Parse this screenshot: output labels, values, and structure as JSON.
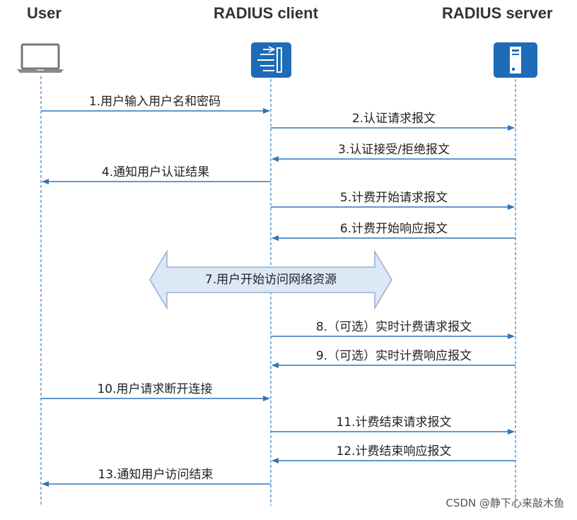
{
  "actors": {
    "user": {
      "title": "User",
      "icon": "laptop-icon"
    },
    "client": {
      "title": "RADIUS client",
      "icon": "network-device-icon"
    },
    "server": {
      "title": "RADIUS server",
      "icon": "server-icon"
    }
  },
  "messages": [
    {
      "label": "1.用户输入用户名和密码",
      "from": "user",
      "to": "client"
    },
    {
      "label": "2.认证请求报文",
      "from": "client",
      "to": "server"
    },
    {
      "label": "3.认证接受/拒绝报文",
      "from": "server",
      "to": "client"
    },
    {
      "label": "4.通知用户认证结果",
      "from": "client",
      "to": "user"
    },
    {
      "label": "5.计费开始请求报文",
      "from": "client",
      "to": "server"
    },
    {
      "label": "6.计费开始响应报文",
      "from": "server",
      "to": "client"
    },
    {
      "label": "8.（可选）实时计费请求报文",
      "from": "client",
      "to": "server"
    },
    {
      "label": "9.（可选）实时计费响应报文",
      "from": "server",
      "to": "client"
    },
    {
      "label": "10.用户请求断开连接",
      "from": "user",
      "to": "client"
    },
    {
      "label": "11.计费结束请求报文",
      "from": "client",
      "to": "server"
    },
    {
      "label": "12.计费结束响应报文",
      "from": "server",
      "to": "client"
    },
    {
      "label": "13.通知用户访问结束",
      "from": "client",
      "to": "user"
    }
  ],
  "access": {
    "label": "7.用户开始访问网络资源",
    "shape": "double-arrow"
  },
  "watermark": "CSDN @静下心来敲木鱼",
  "colors": {
    "arrow": "#2E75B6",
    "lifeline": "#5B9BD5",
    "icon_fill": "#1E6BB8",
    "double_arrow_fill": "#DCE8F6",
    "double_arrow_stroke": "#8FB0D4",
    "title": "#333333"
  }
}
